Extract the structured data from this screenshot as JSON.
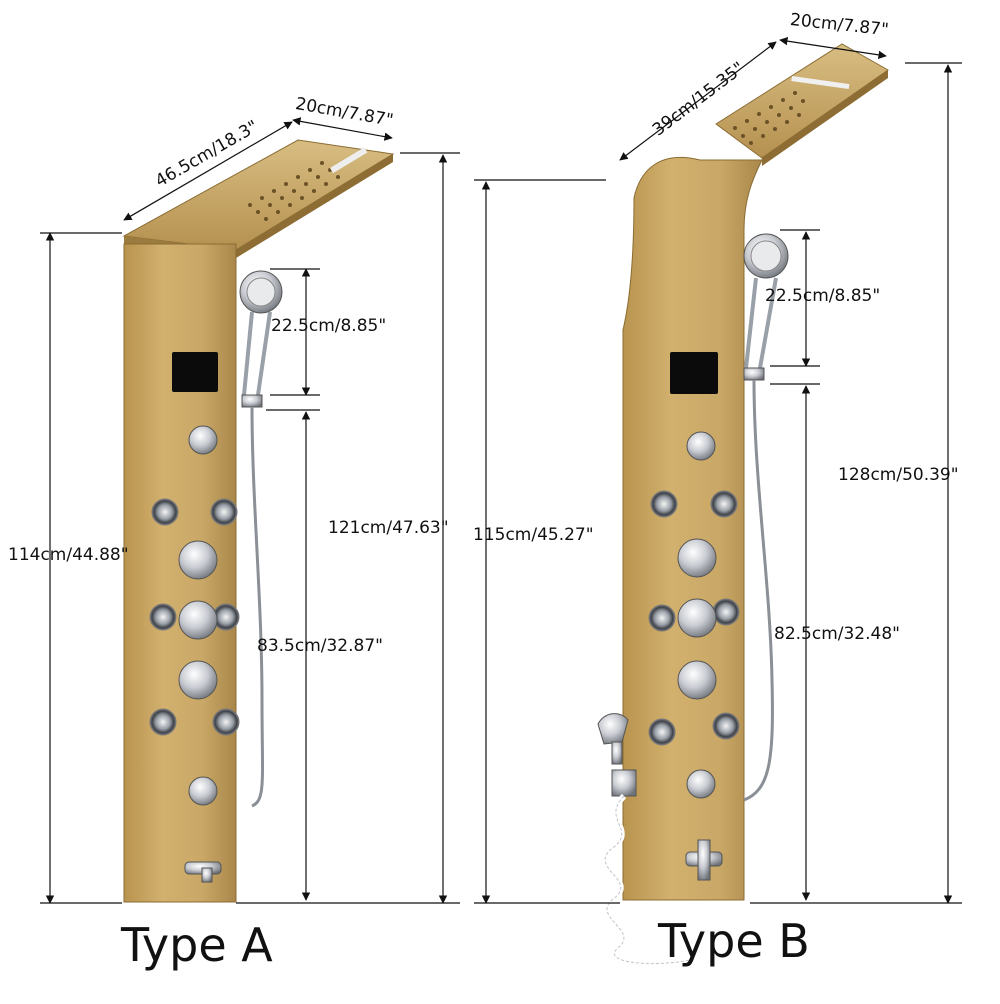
{
  "type_a": {
    "label": "Type A",
    "width_top": "20cm/7.87\"",
    "length_top": "46.5cm/18.3\"",
    "handshower": "22.5cm/8.85\"",
    "total_height": "121cm/47.63\"",
    "panel_height": "114cm/44.88\"",
    "hose_height": "83.5cm/32.87\""
  },
  "type_b": {
    "label": "Type B",
    "width_top": "20cm/7.87\"",
    "length_top": "39cm/15.35\"",
    "handshower": "22.5cm/8.85\"",
    "total_height": "128cm/50.39\"",
    "panel_height": "115cm/45.27\"",
    "hose_height": "82.5cm/32.48\""
  },
  "colors": {
    "panel_gold": "#c9a766",
    "panel_dark": "#a88646",
    "chrome": "#d8dbe0",
    "display": "#0b0b0b",
    "line": "#111111"
  }
}
